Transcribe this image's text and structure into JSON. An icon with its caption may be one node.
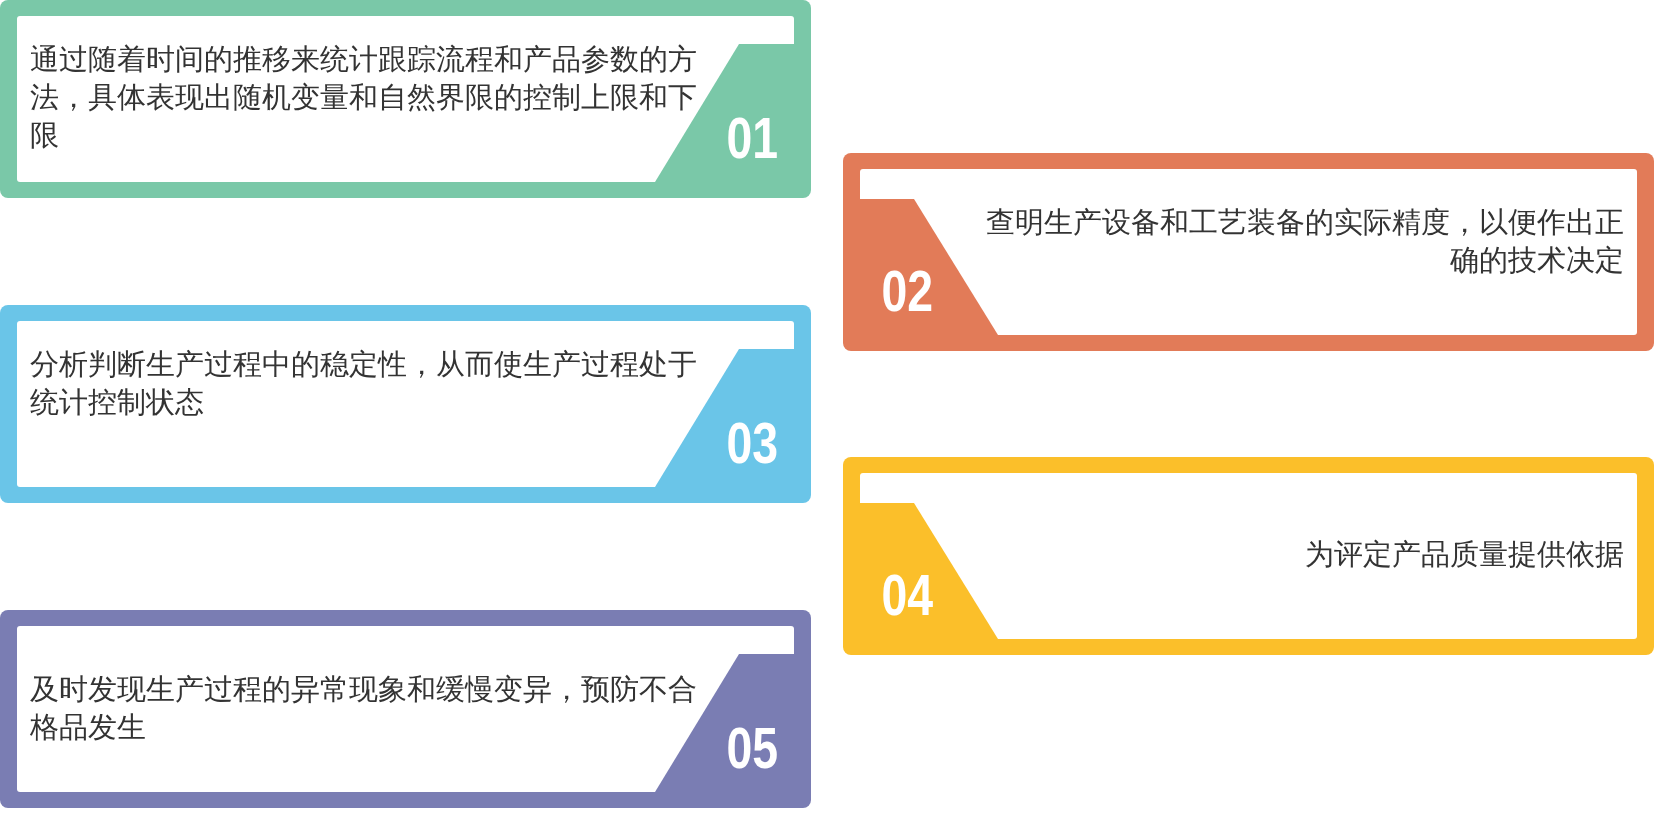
{
  "diagram": {
    "nodes": [
      {
        "text": [
          "通过随着时间的推移来统计跟踪流程和产品参数的方法，具体表现出随机变量和自然界限的控制上限和下限",
          "01"
        ]
      },
      {
        "text": [
          "查明生产设备和工艺装备的实际精度，以便作出正确的技术决定",
          "02"
        ]
      },
      {
        "text": [
          "分析判断生产过程中的稳定性，从而使生产过程处于统计控制状态",
          "03"
        ]
      },
      {
        "text": [
          "为评定产品质量提供依据",
          "04"
        ]
      },
      {
        "text": [
          "及时发现生产过程的异常现象和缓慢变异，预防不合格品发生",
          "05"
        ]
      }
    ]
  }
}
